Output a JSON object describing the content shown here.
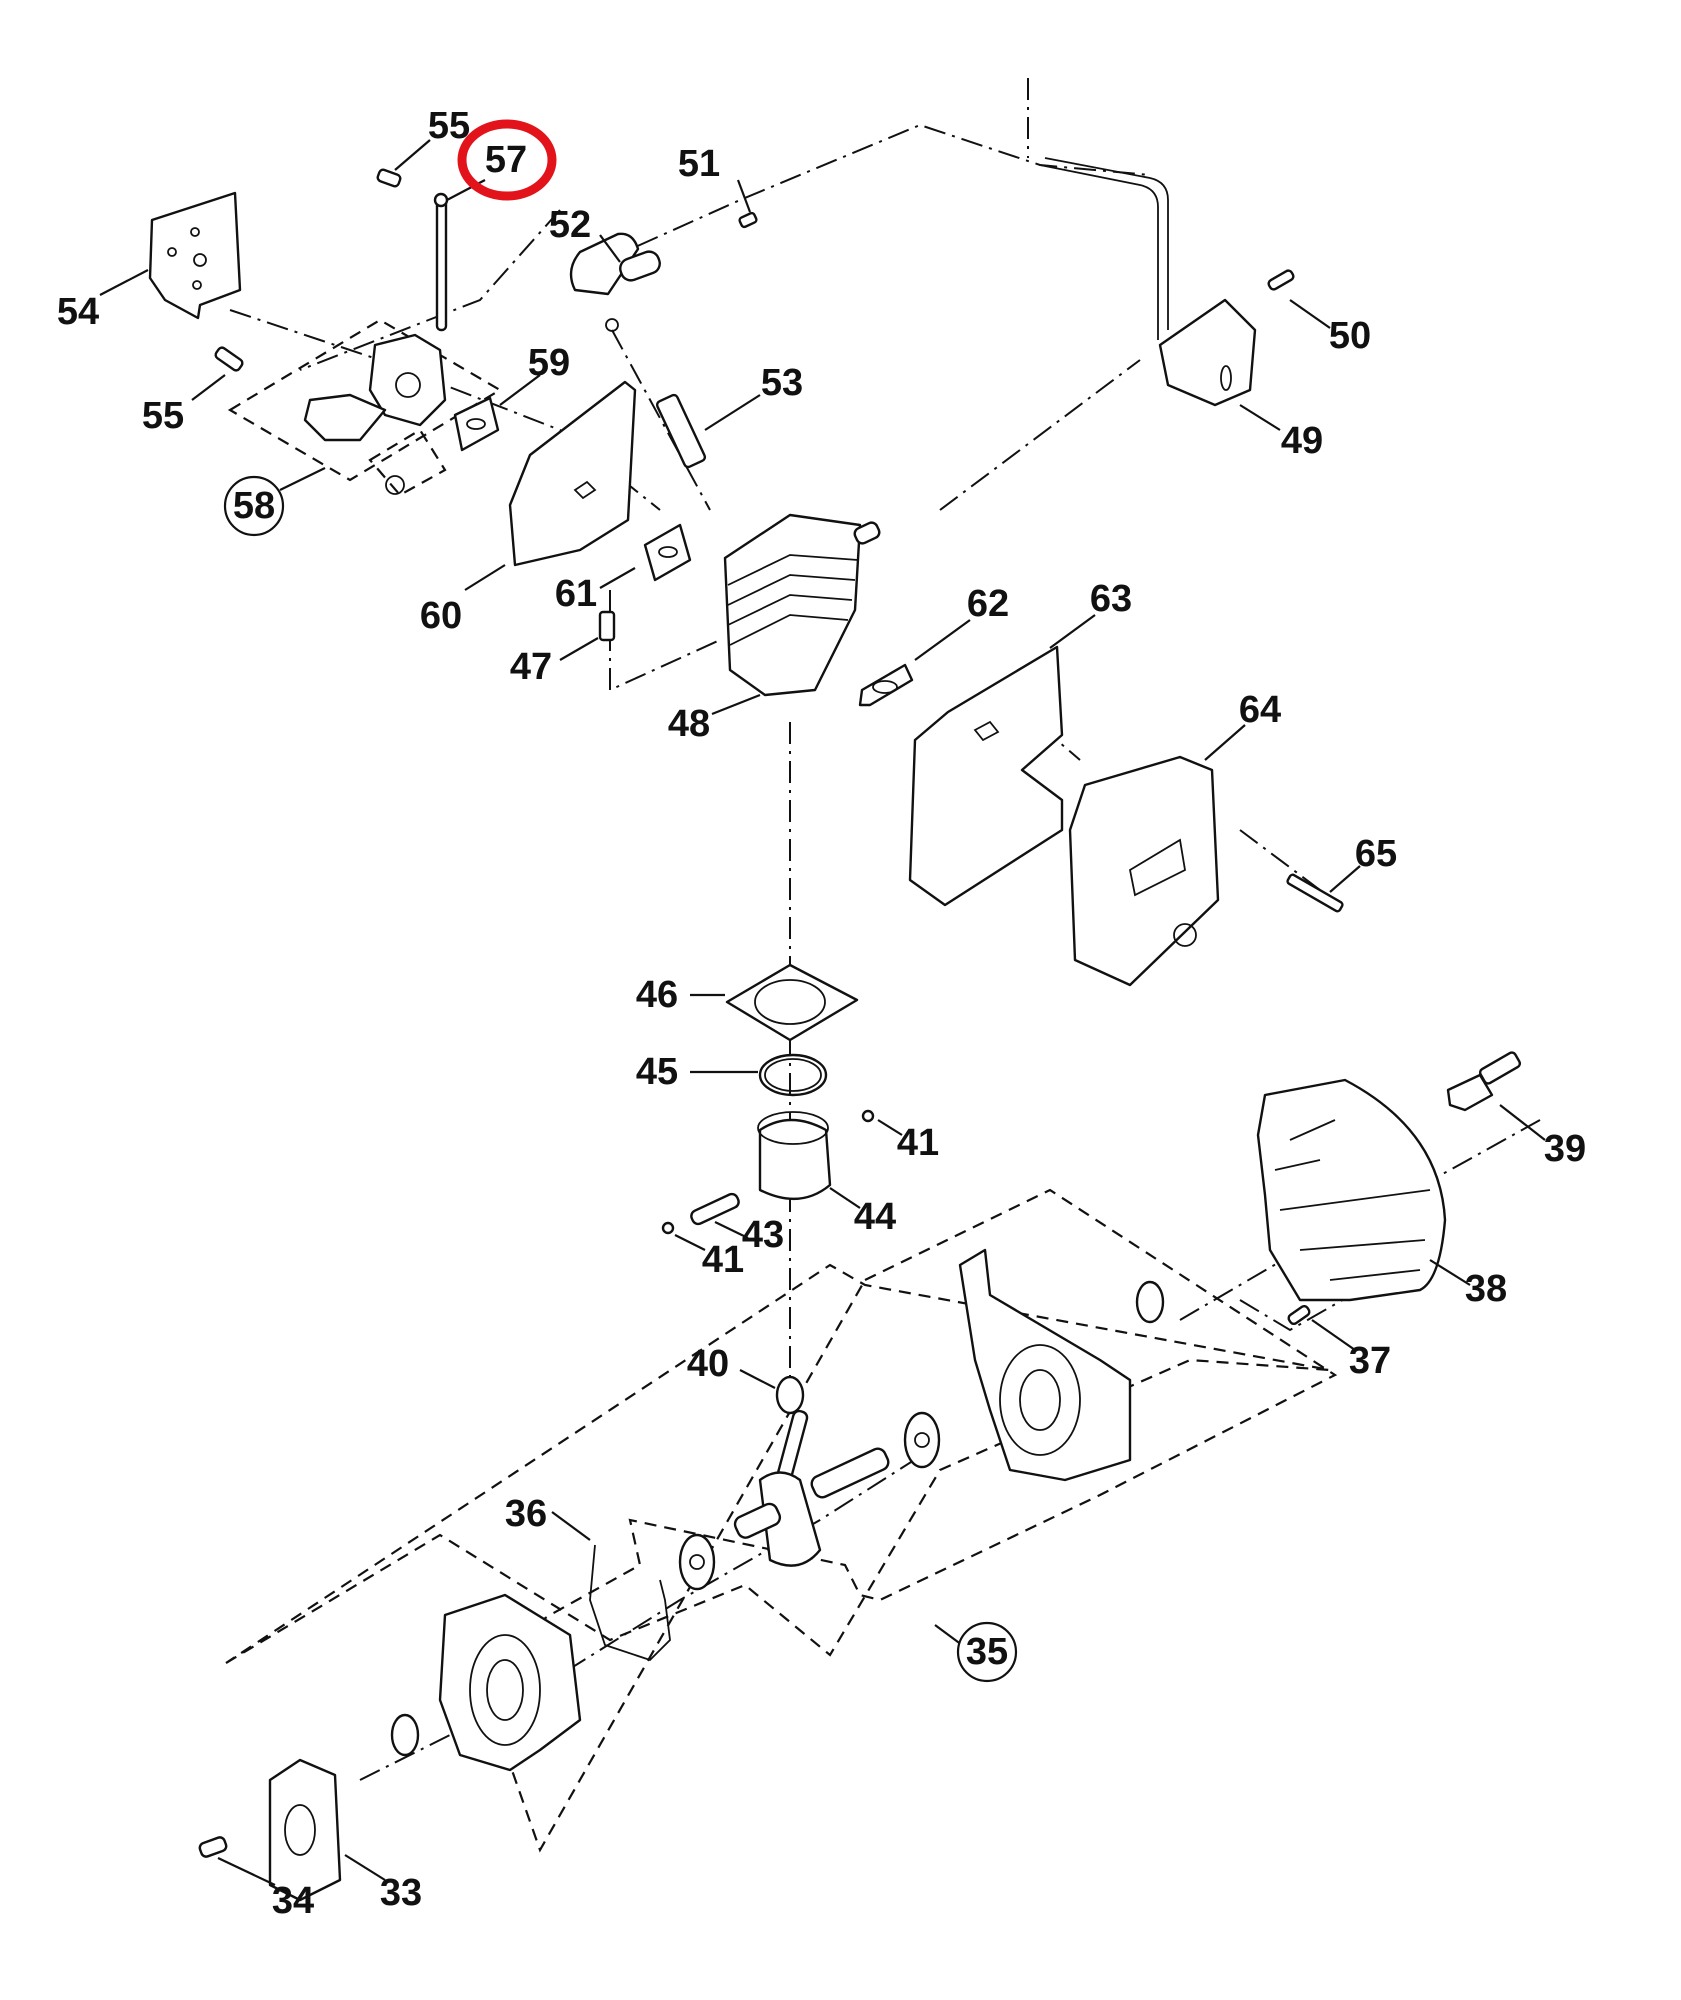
{
  "diagram": {
    "type": "exploded-parts-view",
    "subject": "engine assembly",
    "highlighted_part": "57",
    "highlight_color": "#e3131b",
    "labels": {
      "p33": "33",
      "p34": "34",
      "p35": "35",
      "p36": "36",
      "p37": "37",
      "p38": "38",
      "p39": "39",
      "p40": "40",
      "p41a": "41",
      "p41b": "41",
      "p43": "43",
      "p44": "44",
      "p45": "45",
      "p46": "46",
      "p47": "47",
      "p48": "48",
      "p49": "49",
      "p50": "50",
      "p51": "51",
      "p52": "52",
      "p53": "53",
      "p54": "54",
      "p55a": "55",
      "p55b": "55",
      "p57": "57",
      "p58": "58",
      "p59": "59",
      "p60": "60",
      "p61": "61",
      "p62": "62",
      "p63": "63",
      "p64": "64",
      "p65": "65"
    },
    "circled_assembly_labels": [
      "58",
      "35"
    ]
  }
}
